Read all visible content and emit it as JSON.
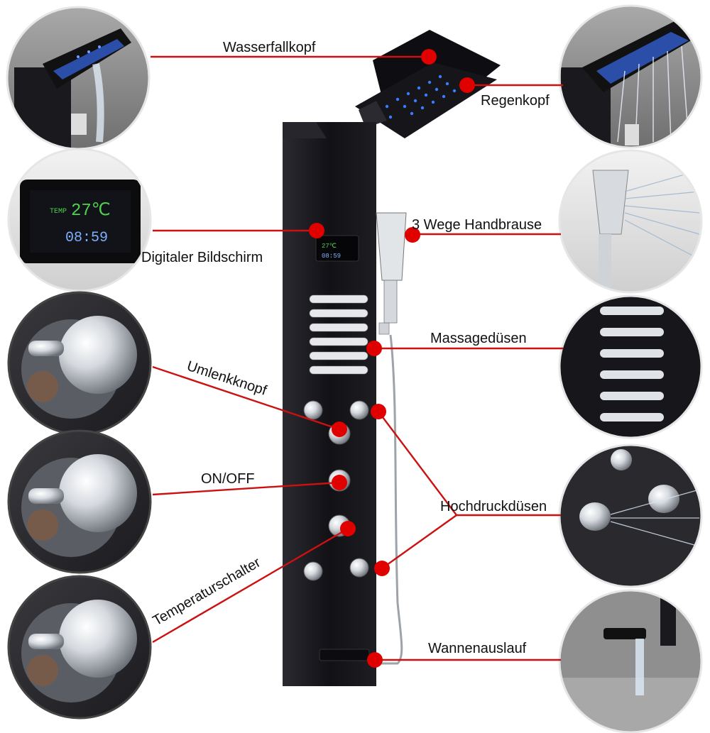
{
  "labels": {
    "waterfall_head": "Wasserfallkopf",
    "rain_head": "Regenkopf",
    "digital_display": "Digitaler Bildschirm",
    "hand_shower": "3 Wege Handbrause",
    "massage_jets": "Massagedüsen",
    "diverter_knob": "Umlenkknopf",
    "on_off": "ON/OFF",
    "high_pressure_jets": "Hochdruckdüsen",
    "temperature_switch": "Temperaturschalter",
    "tub_spout": "Wannenauslauf"
  },
  "display": {
    "temp_tag": "TEMP",
    "temperature": "27℃",
    "time": "08:59"
  },
  "colors": {
    "leader_line": "#cc1111",
    "marker": "#e00000",
    "panel": "#14141a",
    "chrome": "#c8ccd2",
    "led": "#3a7bff"
  },
  "icons": {
    "thumbnails": [
      "waterfall-head-photo",
      "display-photo",
      "diverter-knob-photo",
      "on-off-knob-photo",
      "temperature-knob-photo",
      "rain-head-photo",
      "hand-shower-photo",
      "massage-jets-photo",
      "high-pressure-jets-photo",
      "tub-spout-photo"
    ]
  }
}
